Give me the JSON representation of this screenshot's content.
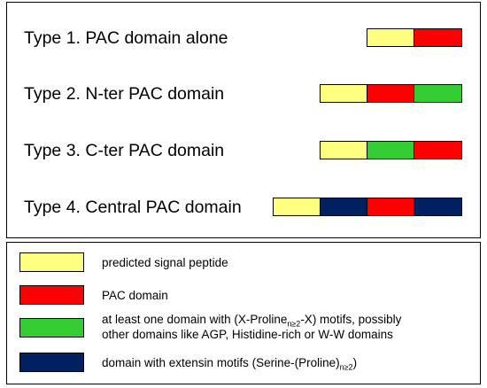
{
  "colors": {
    "signal_peptide": "#ffff7f",
    "pac_domain": "#ff0000",
    "x_proline": "#33cc33",
    "extensin": "#002060"
  },
  "types": [
    {
      "label": "Type 1. PAC domain alone",
      "segments": [
        "signal_peptide",
        "pac_domain"
      ]
    },
    {
      "label": "Type 2. N-ter PAC domain",
      "segments": [
        "signal_peptide",
        "pac_domain",
        "x_proline"
      ]
    },
    {
      "label": "Type 3. C-ter PAC domain",
      "segments": [
        "signal_peptide",
        "x_proline",
        "pac_domain"
      ]
    },
    {
      "label": "Type 4. Central PAC domain",
      "segments": [
        "signal_peptide",
        "extensin",
        "pac_domain",
        "extensin"
      ]
    }
  ],
  "legend": {
    "signal_peptide": "predicted signal peptide",
    "pac_domain": "PAC domain",
    "x_proline_line1_pre": "at least one domain with (X-Proline",
    "x_proline_sub": "n≥2",
    "x_proline_line1_post": "-X) motifs, possibly",
    "x_proline_line2": "other domains like AGP, Histidine-rich or W-W domains",
    "extensin_pre": "domain with extensin motifs (Serine-(Proline)",
    "extensin_sub": "n≥2",
    "extensin_post": ")"
  }
}
